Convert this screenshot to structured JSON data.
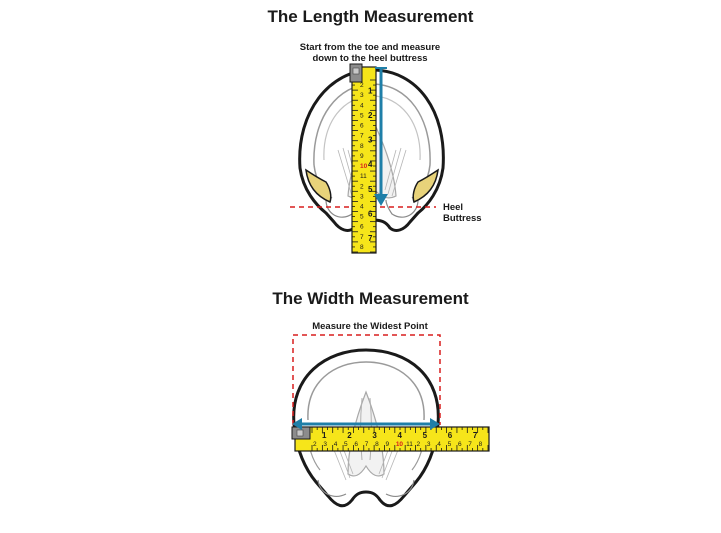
{
  "length": {
    "title": "The Length Measurement",
    "instruction_line1": "Start from the toe and measure",
    "instruction_line2": "down to the heel buttress",
    "heel_label_line1": "Heel",
    "heel_label_line2": "Buttress",
    "tape_inch_marks": [
      "1",
      "2",
      "3",
      "4",
      "5",
      "6",
      "7"
    ],
    "tape_small_digits": [
      "2",
      "3",
      "4",
      "5",
      "6",
      "7",
      "8",
      "9",
      "10",
      "11",
      "2",
      "3",
      "4",
      "5",
      "6",
      "7",
      "8"
    ]
  },
  "width": {
    "title": "The Width Measurement",
    "instruction": "Measure the Widest Point",
    "tape_inch_marks": [
      "1",
      "2",
      "3",
      "4",
      "5",
      "6",
      "7"
    ],
    "tape_small_digits": [
      "2",
      "3",
      "4",
      "5",
      "6",
      "7",
      "8",
      "9",
      "10",
      "11",
      "2",
      "3",
      "4",
      "5",
      "6",
      "7",
      "8"
    ]
  },
  "colors": {
    "tape": "#f6e51a",
    "arrow": "#1f7fa8",
    "dashed": "#d81e1e",
    "heel_fill": "#e8d37a",
    "outline": "#1a1a1a"
  }
}
